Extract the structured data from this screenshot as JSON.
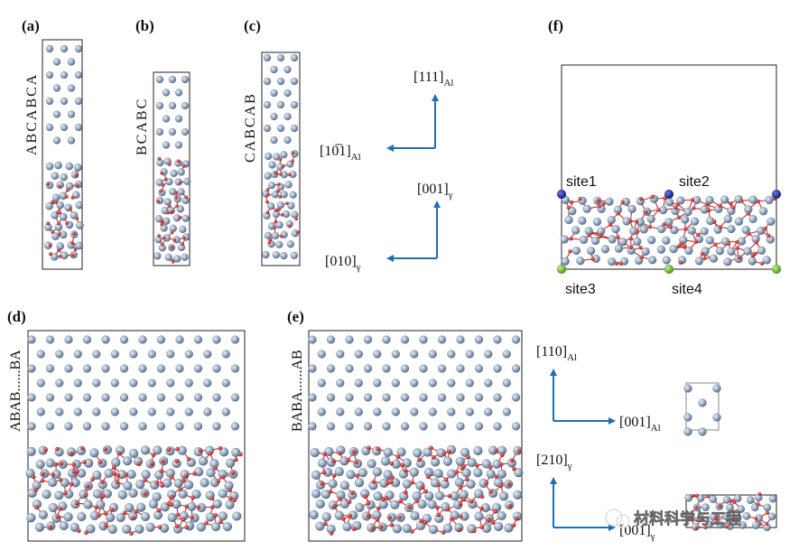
{
  "panels": {
    "a": {
      "label": "(a)",
      "stacking": "ABCABCA"
    },
    "b": {
      "label": "(b)",
      "stacking": "BCABC"
    },
    "c": {
      "label": "(c)",
      "stacking": "CABCAB"
    },
    "d": {
      "label": "(d)",
      "stacking": "ABAB......BA"
    },
    "e": {
      "label": "(e)",
      "stacking": "BABA......AB"
    },
    "f": {
      "label": "(f)",
      "sites": [
        "site1",
        "site2",
        "site3",
        "site4"
      ]
    }
  },
  "axes": {
    "al_top": {
      "vertical": "[111]",
      "vertical_sub": "Al",
      "horizontal": "[10̅1]",
      "horizontal_sub": "Al"
    },
    "gamma_top": {
      "vertical": "[001]",
      "vertical_sub": "γ",
      "horizontal": "[010]",
      "horizontal_sub": "γ"
    },
    "al_right": {
      "vertical": "[110]",
      "vertical_sub": "Al",
      "horizontal": "[001]",
      "horizontal_sub": "Al"
    },
    "gamma_right": {
      "vertical": "[210]",
      "vertical_sub": "γ",
      "horizontal": "[001]",
      "horizontal_sub": "γ"
    }
  },
  "watermark": "材料科学与工程",
  "colors": {
    "al_atom": "#8fa3bd",
    "o_atom": "#d01818",
    "bond": "#c0201c",
    "arrow": "#1f6fb2",
    "site_top": "#1a2a9a",
    "site_bottom": "#6fc22a"
  }
}
